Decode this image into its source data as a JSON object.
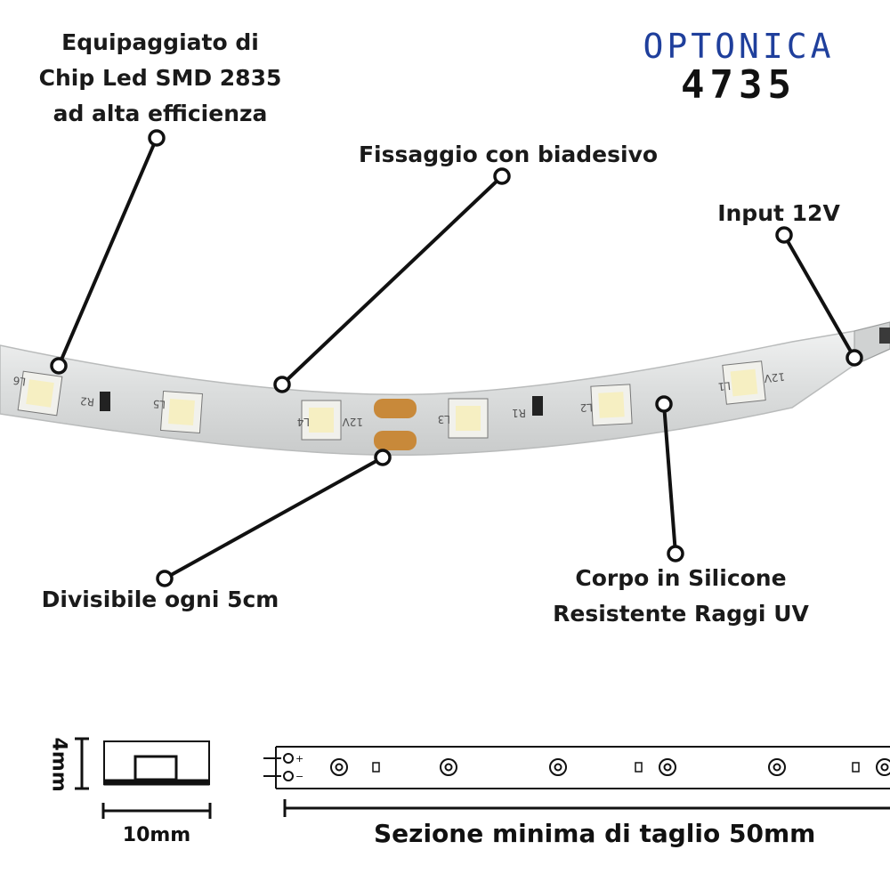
{
  "brand": {
    "name": "OPTONICA",
    "code": "4735"
  },
  "callouts": {
    "chip": [
      "Equipaggiato di",
      "Chip Led SMD 2835",
      "ad alta efficienza"
    ],
    "adhesive": "Fissaggio con biadesivo",
    "input": "Input 12V",
    "divisible": "Divisibile ogni 5cm",
    "body": [
      "Corpo in Silicone",
      "Resistente Raggi UV"
    ]
  },
  "strip_markings": {
    "leds": [
      "L6",
      "L5",
      "L4",
      "L3",
      "L2",
      "L1"
    ],
    "resistors": [
      "R2",
      "R1"
    ],
    "voltage": "12V",
    "pads": [
      "+",
      "−"
    ]
  },
  "dimensions": {
    "height": "4mm",
    "width": "10mm",
    "cut_section": "Sezione minima di taglio 50mm"
  },
  "colors": {
    "brand_blue": "#1f3f9c",
    "strip": "#e6e7e7",
    "pad": "#c8893a",
    "line": "#111111"
  }
}
